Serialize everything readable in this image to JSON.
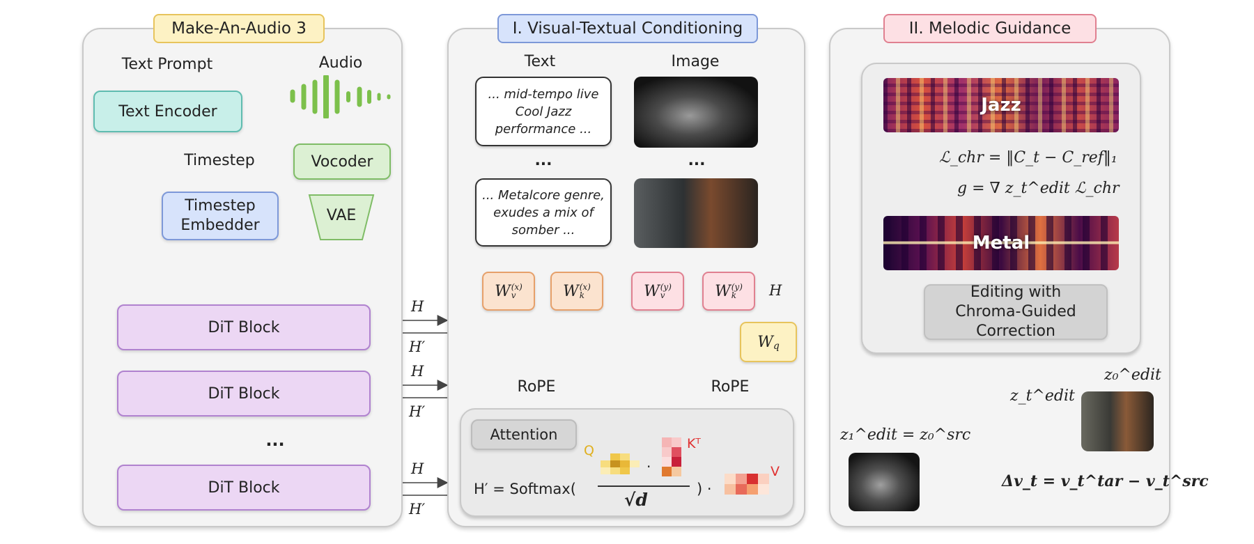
{
  "colors": {
    "mint": "#c8efe9",
    "blue": "#d7e3fb",
    "green": "#dcf0d3",
    "purple": "#ecd7f4",
    "yellow": "#fdf2c4",
    "pink": "#fde0e4",
    "orange": "#fbe3cf"
  },
  "left": {
    "title": "Make-An-Audio 3",
    "text_prompt": "Text Prompt",
    "audio": "Audio",
    "text_encoder": "Text Encoder",
    "timestep": "Timestep",
    "timestep_embedder": "Timestep Embedder",
    "vocoder": "Vocoder",
    "vae": "VAE",
    "dit_blocks": [
      "DiT Block",
      "DiT Block",
      "DiT Block"
    ],
    "ellipsis": "...",
    "h": "H",
    "h_prime": "H′"
  },
  "middle": {
    "title": "I. Visual-Textual Conditioning",
    "text_header": "Text",
    "image_header": "Image",
    "prompt_1": "... mid-tempo live Cool Jazz performance ...",
    "prompt_2": "... Metalcore genre, exudes a mix of somber ...",
    "ellipsis": "...",
    "w_boxes": [
      "W_v^(x)",
      "W_k^(x)",
      "W_v^(y)",
      "W_k^(y)",
      "W_q"
    ],
    "h_input": "H",
    "rope": "RoPE",
    "attention_label": "Attention",
    "formula_left": "H′ = Softmax(",
    "formula_denominator": "√d",
    "formula_right": ") ·",
    "q": "Q",
    "kt": "Kᵀ",
    "v": "V"
  },
  "right": {
    "title": "II. Melodic Guidance",
    "jazz": "Jazz",
    "metal": "Metal",
    "loss_chr": "ℒ_chr = ‖C_t − C_ref‖₁",
    "gradient": "g = ∇ z_t^edit ℒ_chr",
    "editing": "Editing with Chroma-Guided Correction",
    "z1_eq": "z₁^edit = z₀^src",
    "zt": "z_t^edit",
    "z0": "z₀^edit",
    "delta": "Δv_t = v_t^tar − v_t^src"
  }
}
